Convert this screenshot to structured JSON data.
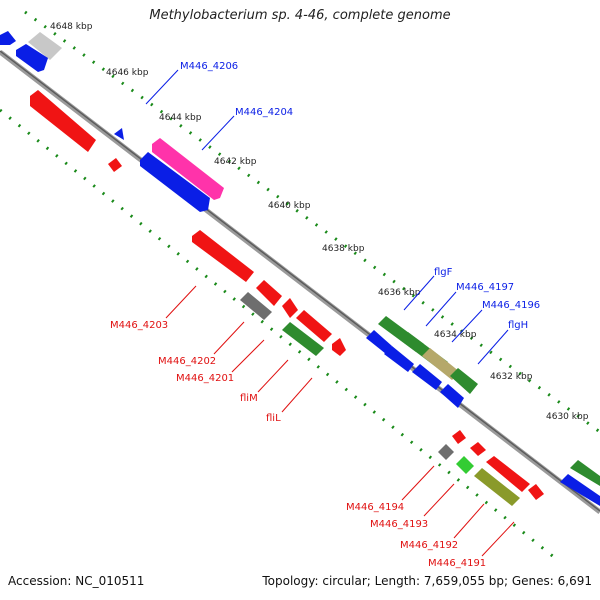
{
  "title": "Methylobacterium sp. 4-46, complete genome",
  "footer": {
    "accession": "Accession: NC_010511",
    "summary": "Topology: circular; Length: 7,659,055 bp; Genes: 6,691"
  },
  "ruler": [
    "4648 kbp",
    "4646 kbp",
    "4644 kbp",
    "4642 kbp",
    "4640 kbp",
    "4638 kbp",
    "4636 kbp",
    "4634 kbp",
    "4632 kbp",
    "4630 kbp"
  ],
  "gene_labels": {
    "blue": [
      "M446_4206",
      "M446_4204",
      "flgF",
      "M446_4197",
      "M446_4196",
      "flgH"
    ],
    "red": [
      "M446_4203",
      "M446_4202",
      "M446_4201",
      "fliM",
      "fliL",
      "M446_4194",
      "M446_4193",
      "M446_4192",
      "M446_4191"
    ]
  },
  "colors": {
    "forward_gene": "#0a1ee6",
    "reverse_gene": "#f01414",
    "flagellar_gene": "#2e8b2e",
    "highlight_gene": "#ff33aa",
    "pseudo_gene": "#808080",
    "axis": "#8a8a8a",
    "tick": "#1a8a1a"
  }
}
